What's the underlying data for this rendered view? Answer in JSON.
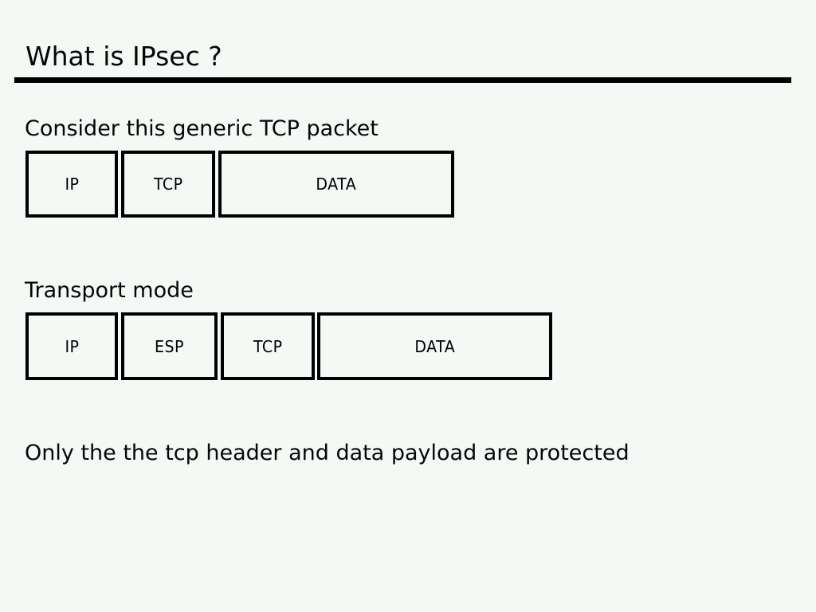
{
  "title": "What is IPsec ?",
  "diagrams": [
    {
      "caption": "Consider this generic TCP packet",
      "boxes": [
        "IP",
        "TCP",
        "DATA"
      ]
    },
    {
      "caption": "Transport mode",
      "boxes": [
        "IP",
        "ESP",
        "TCP",
        "DATA"
      ]
    }
  ],
  "note": "Only the the tcp header and data payload are protected",
  "colors": {
    "background": "#f4f9f5",
    "foreground": "#000000",
    "rule": "#000000",
    "box_border": "#000000"
  }
}
